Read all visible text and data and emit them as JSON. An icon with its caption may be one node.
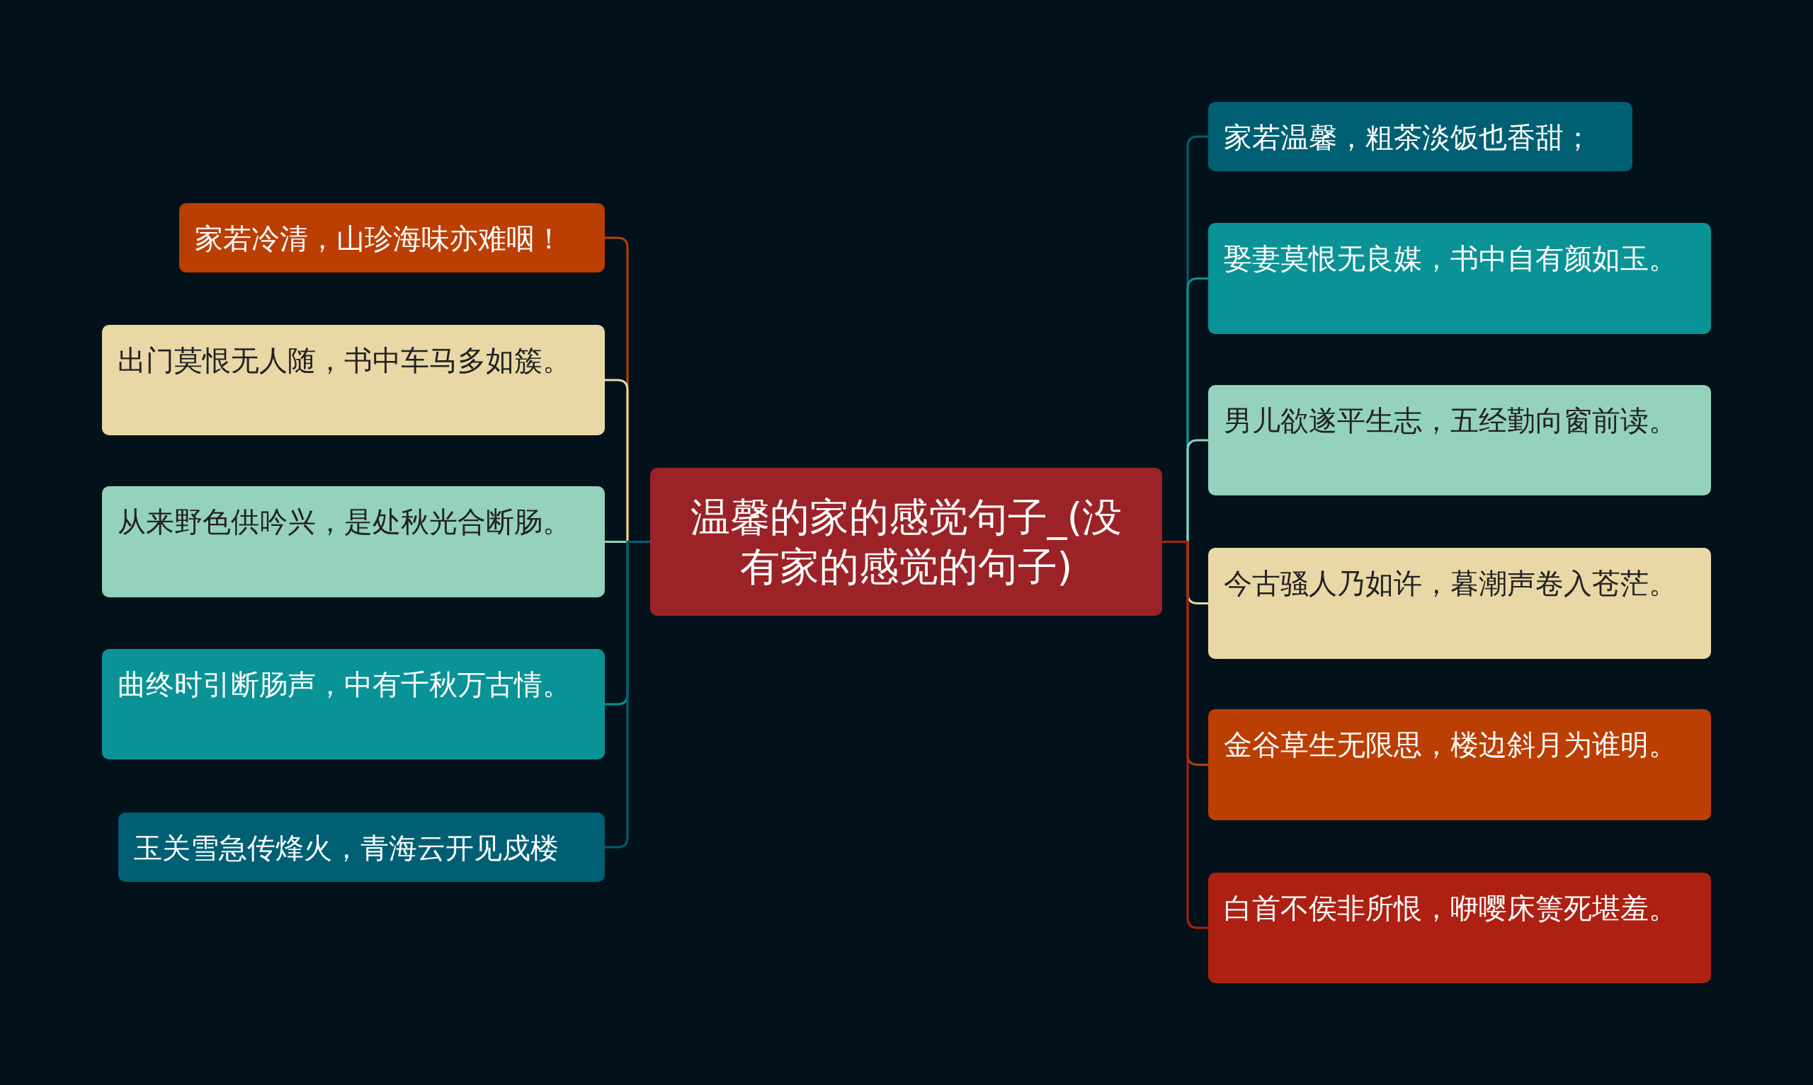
{
  "diagram": {
    "nodes": [
      {
        "text": [
          "温馨的家的感觉句子_(没有家的感觉的句子)"
        ]
      },
      {
        "text": [
          "家若冷清，山珍海味亦难咽！"
        ]
      },
      {
        "text": [
          "出门莫恨无人随，书中车马多如簇。"
        ]
      },
      {
        "text": [
          "从来野色供吟兴，是处秋光合断肠。"
        ]
      },
      {
        "text": [
          "曲终时引断肠声，中有千秋万古情。"
        ]
      },
      {
        "text": [
          "玉关雪急传烽火，青海云开见戍楼"
        ]
      },
      {
        "text": [
          "家若温馨，粗茶淡饭也香甜；"
        ]
      },
      {
        "text": [
          "娶妻莫恨无良媒，书中自有颜如玉。"
        ]
      },
      {
        "text": [
          "男儿欲遂平生志，五经勤向窗前读。"
        ]
      },
      {
        "text": [
          "今古骚人乃如许，暮潮声卷入苍茫。"
        ]
      },
      {
        "text": [
          "金谷草生无限思，楼边斜月为谁明。"
        ]
      },
      {
        "text": [
          "白首不侯非所恨，咿嘤床箦死堪羞。"
        ]
      }
    ],
    "edges": [
      {
        "from": 0,
        "to": 1,
        "arrow": "none",
        "color": "#bb3e03"
      },
      {
        "from": 0,
        "to": 2,
        "arrow": "none",
        "color": "#e9d8a6"
      },
      {
        "from": 0,
        "to": 3,
        "arrow": "none",
        "color": "#94d2bd"
      },
      {
        "from": 0,
        "to": 4,
        "arrow": "none",
        "color": "#0a9396"
      },
      {
        "from": 0,
        "to": 5,
        "arrow": "none",
        "color": "#005f73"
      },
      {
        "from": 0,
        "to": 6,
        "arrow": "none",
        "color": "#005f73"
      },
      {
        "from": 0,
        "to": 7,
        "arrow": "none",
        "color": "#0a9396"
      },
      {
        "from": 0,
        "to": 8,
        "arrow": "none",
        "color": "#94d2bd"
      },
      {
        "from": 0,
        "to": 9,
        "arrow": "none",
        "color": "#e9d8a6"
      },
      {
        "from": 0,
        "to": 10,
        "arrow": "none",
        "color": "#bb3e03"
      },
      {
        "from": 0,
        "to": 11,
        "arrow": "none",
        "color": "#ae2012"
      }
    ]
  }
}
